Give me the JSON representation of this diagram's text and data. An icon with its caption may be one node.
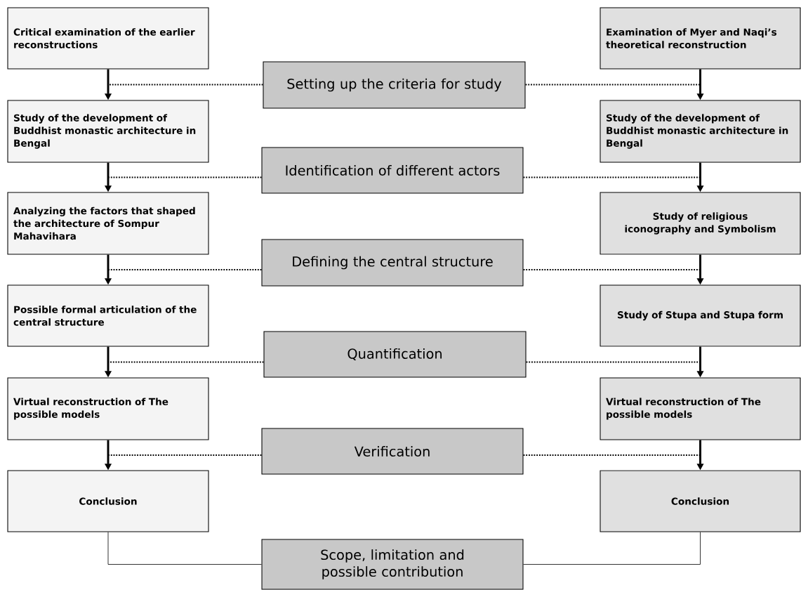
{
  "diagram": {
    "nodes": [
      {
        "text": [
          "Critical examination of the earlier reconstructions"
        ]
      },
      {
        "text": [
          "Examination of Myer and Naqi’s theoretical reconstruction"
        ]
      },
      {
        "text": [
          "Setting up the criteria for study"
        ]
      },
      {
        "text": [
          "Study of the development of Buddhist monastic architecture in Bengal"
        ]
      },
      {
        "text": [
          "Study of the development of Buddhist monastic architecture in Bengal"
        ]
      },
      {
        "text": [
          "Identification of different actors"
        ]
      },
      {
        "text": [
          "Analyzing the factors that shaped the architecture of Sompur Mahavihara"
        ]
      },
      {
        "text": [
          "Study of religious iconography and Symbolism"
        ]
      },
      {
        "text": [
          "Defining the central structure"
        ]
      },
      {
        "text": [
          "Possible formal articulation of the central structure"
        ]
      },
      {
        "text": [
          "Study of Stupa and Stupa form"
        ]
      },
      {
        "text": [
          "Quantification"
        ]
      },
      {
        "text": [
          "Virtual reconstruction of The possible models"
        ]
      },
      {
        "text": [
          "Virtual reconstruction of The possible models"
        ]
      },
      {
        "text": [
          "Verification"
        ]
      },
      {
        "text": [
          "Conclusion"
        ]
      },
      {
        "text": [
          "Conclusion"
        ]
      },
      {
        "text": [
          "Scope, limitation and possible contribution"
        ]
      }
    ],
    "edges": [
      {
        "from": 0,
        "to": 3,
        "arrow": "to"
      },
      {
        "from": 1,
        "to": 4,
        "arrow": "to"
      },
      {
        "from": 2,
        "to": null,
        "arrow": "none",
        "style": "dashed"
      },
      {
        "from": 2,
        "to": null,
        "arrow": "none",
        "style": "dashed"
      },
      {
        "from": 3,
        "to": 6,
        "arrow": "to"
      },
      {
        "from": 4,
        "to": 7,
        "arrow": "to"
      },
      {
        "from": 5,
        "to": null,
        "arrow": "none",
        "style": "dashed"
      },
      {
        "from": 5,
        "to": null,
        "arrow": "none",
        "style": "dashed"
      },
      {
        "from": 6,
        "to": 9,
        "arrow": "to"
      },
      {
        "from": 7,
        "to": 10,
        "arrow": "to"
      },
      {
        "from": 8,
        "to": null,
        "arrow": "none",
        "style": "dashed"
      },
      {
        "from": 8,
        "to": null,
        "arrow": "none",
        "style": "dashed"
      },
      {
        "from": 9,
        "to": 12,
        "arrow": "to"
      },
      {
        "from": 10,
        "to": 13,
        "arrow": "to"
      },
      {
        "from": 11,
        "to": null,
        "arrow": "none",
        "style": "dashed"
      },
      {
        "from": 11,
        "to": null,
        "arrow": "none",
        "style": "dashed"
      },
      {
        "from": 12,
        "to": 15,
        "arrow": "to"
      },
      {
        "from": 13,
        "to": 16,
        "arrow": "to"
      },
      {
        "from": 14,
        "to": null,
        "arrow": "none",
        "style": "dashed"
      },
      {
        "from": 14,
        "to": null,
        "arrow": "none",
        "style": "dashed"
      },
      {
        "from": 15,
        "to": 17,
        "arrow": "none"
      },
      {
        "from": 16,
        "to": 17,
        "arrow": "none"
      }
    ]
  }
}
